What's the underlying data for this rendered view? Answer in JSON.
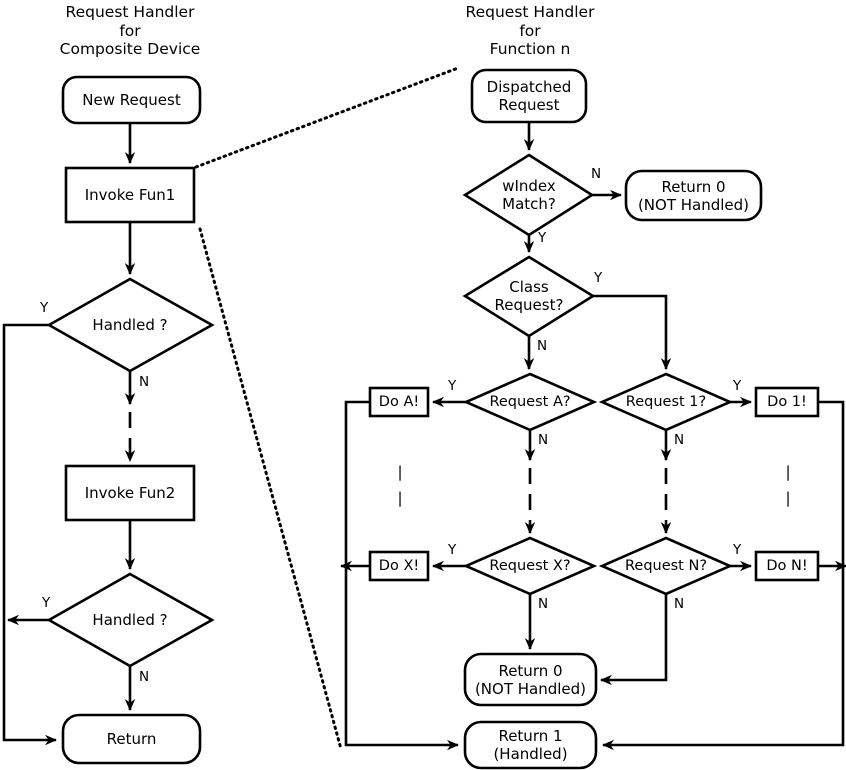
{
  "diagram": {
    "title_left": "Request Handler\nfor\nComposite Device",
    "title_right": "Request Handler\nfor\nFunction n",
    "stroke": "#000000",
    "background": "#ffffff"
  },
  "left_flow": {
    "nodes": [
      {
        "id": "new-request",
        "shape": "rounded",
        "text": "New Request"
      },
      {
        "id": "invoke-fun1",
        "shape": "rect",
        "text": "Invoke Fun1"
      },
      {
        "id": "handled-1",
        "shape": "diamond",
        "text": "Handled ?"
      },
      {
        "id": "invoke-fun2",
        "shape": "rect",
        "text": "Invoke Fun2"
      },
      {
        "id": "handled-2",
        "shape": "diamond",
        "text": "Handled ?"
      },
      {
        "id": "return",
        "shape": "rounded",
        "text": "Return"
      }
    ],
    "edge_labels": [
      {
        "id": "handled1-yes",
        "text": "Y"
      },
      {
        "id": "handled1-no",
        "text": "N"
      },
      {
        "id": "handled2-yes",
        "text": "Y"
      },
      {
        "id": "handled2-no",
        "text": "N"
      }
    ]
  },
  "right_flow": {
    "nodes": [
      {
        "id": "dispatched-request",
        "shape": "rounded",
        "text": "Dispatched\nRequest"
      },
      {
        "id": "windex-match",
        "shape": "diamond",
        "text": "wIndex\nMatch?"
      },
      {
        "id": "return-0-top",
        "shape": "rounded",
        "text": "Return 0\n(NOT Handled)"
      },
      {
        "id": "class-request",
        "shape": "diamond",
        "text": "Class\nRequest?"
      },
      {
        "id": "request-a",
        "shape": "diamond",
        "text": "Request A?"
      },
      {
        "id": "request-1",
        "shape": "diamond",
        "text": "Request 1?"
      },
      {
        "id": "do-a",
        "shape": "rect",
        "text": "Do A!"
      },
      {
        "id": "do-1",
        "shape": "rect",
        "text": "Do 1!"
      },
      {
        "id": "request-x",
        "shape": "diamond",
        "text": "Request X?"
      },
      {
        "id": "request-n",
        "shape": "diamond",
        "text": "Request N?"
      },
      {
        "id": "do-x",
        "shape": "rect",
        "text": "Do X!"
      },
      {
        "id": "do-n",
        "shape": "rect",
        "text": "Do N!"
      },
      {
        "id": "return-0-bottom",
        "shape": "rounded",
        "text": "Return 0\n(NOT Handled)"
      },
      {
        "id": "return-1",
        "shape": "rounded",
        "text": "Return 1\n(Handled)"
      }
    ],
    "edge_labels": [
      {
        "id": "windex-no",
        "text": "N"
      },
      {
        "id": "windex-yes",
        "text": "Y"
      },
      {
        "id": "class-yes",
        "text": "Y"
      },
      {
        "id": "class-no",
        "text": "N"
      },
      {
        "id": "reqa-yes",
        "text": "Y"
      },
      {
        "id": "reqa-no",
        "text": "N"
      },
      {
        "id": "req1-yes",
        "text": "Y"
      },
      {
        "id": "req1-no",
        "text": "N"
      },
      {
        "id": "reqx-yes",
        "text": "Y"
      },
      {
        "id": "reqx-no",
        "text": "N"
      },
      {
        "id": "reqn-yes",
        "text": "Y"
      },
      {
        "id": "reqn-no",
        "text": "N"
      }
    ],
    "ellipsis_marks": [
      {
        "id": "ellipsis-left",
        "text": "|\n|"
      },
      {
        "id": "ellipsis-right",
        "text": "|\n|"
      }
    ]
  }
}
